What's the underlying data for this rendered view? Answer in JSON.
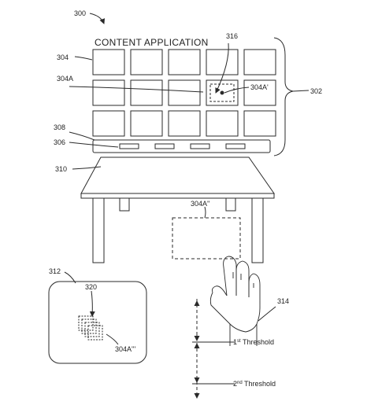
{
  "figure": {
    "ref_main": "300",
    "title": "CONTENT APPLICATION",
    "ref_grid": "304",
    "ref_selected_tile": "304A",
    "ref_selected_tile_prime": "304A'",
    "ref_target_box": "316",
    "ref_brace": "302",
    "ref_toolbar": "308",
    "ref_toolbar_base": "306",
    "ref_table": "310",
    "ref_projected_tile": "304A''",
    "ref_wearable_display": "312",
    "ref_stack": "320",
    "ref_stack_tile": "304A'''",
    "ref_hand": "314",
    "threshold_1_prefix": "1",
    "threshold_1_sup": "st",
    "threshold_1_suffix": " Threshold",
    "threshold_2_prefix": "2",
    "threshold_2_sup": "nd",
    "threshold_2_suffix": " Threshold"
  },
  "grid": {
    "rows": 3,
    "cols": 5,
    "selected_row": 1,
    "selected_col": 3
  },
  "toolbar": {
    "buttons": 4
  },
  "colors": {
    "line": "#2a2a2a",
    "background": "#ffffff"
  }
}
